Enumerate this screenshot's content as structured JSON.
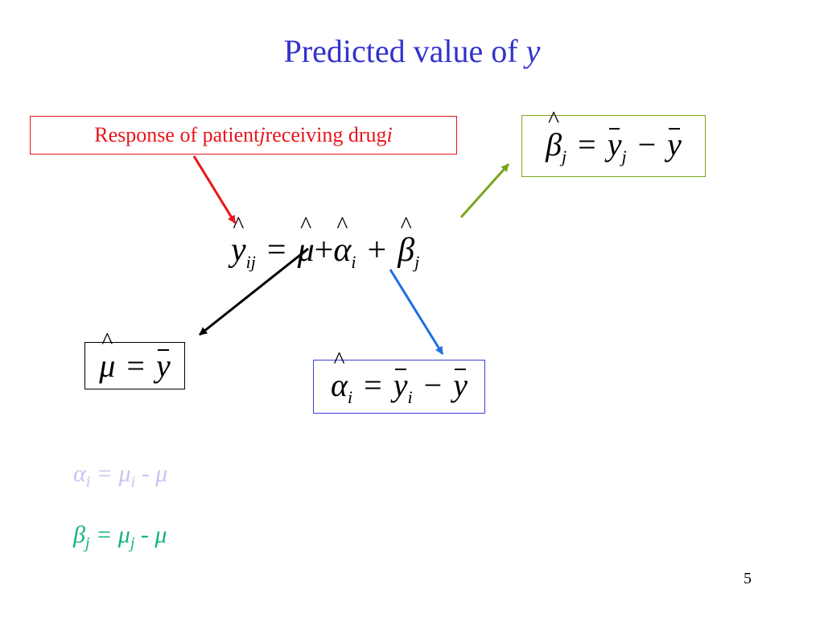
{
  "title": {
    "text": "Predicted value of ",
    "var": "y"
  },
  "note": {
    "t1": "Response of patient ",
    "v1": "j",
    "t2": " receiving drug ",
    "v2": "i"
  },
  "sym": {
    "y": "y",
    "mu": "μ",
    "alpha": "α",
    "beta": "β",
    "eq": "=",
    "plus": "+",
    "minus": "−",
    "dash": "-",
    "ij": "ij",
    "i": "i",
    "j": "j"
  },
  "greek_eqs": {
    "alpha": {
      "lhs": "α",
      "sub": "i",
      "mid": " = μ",
      "sub2": "i",
      "rhs": " - μ"
    },
    "beta": {
      "lhs": "β",
      "sub": "j",
      "mid": " = μ",
      "sub2": "j",
      "rhs": " - μ"
    }
  },
  "page_number": "5",
  "colors": {
    "title": "#3333cc",
    "red": "#e8151b",
    "green": "#7aa61d",
    "blue": "#1f6fe0",
    "black": "#000000",
    "lavender": "#c5c4f2",
    "teal": "#15b27a"
  }
}
